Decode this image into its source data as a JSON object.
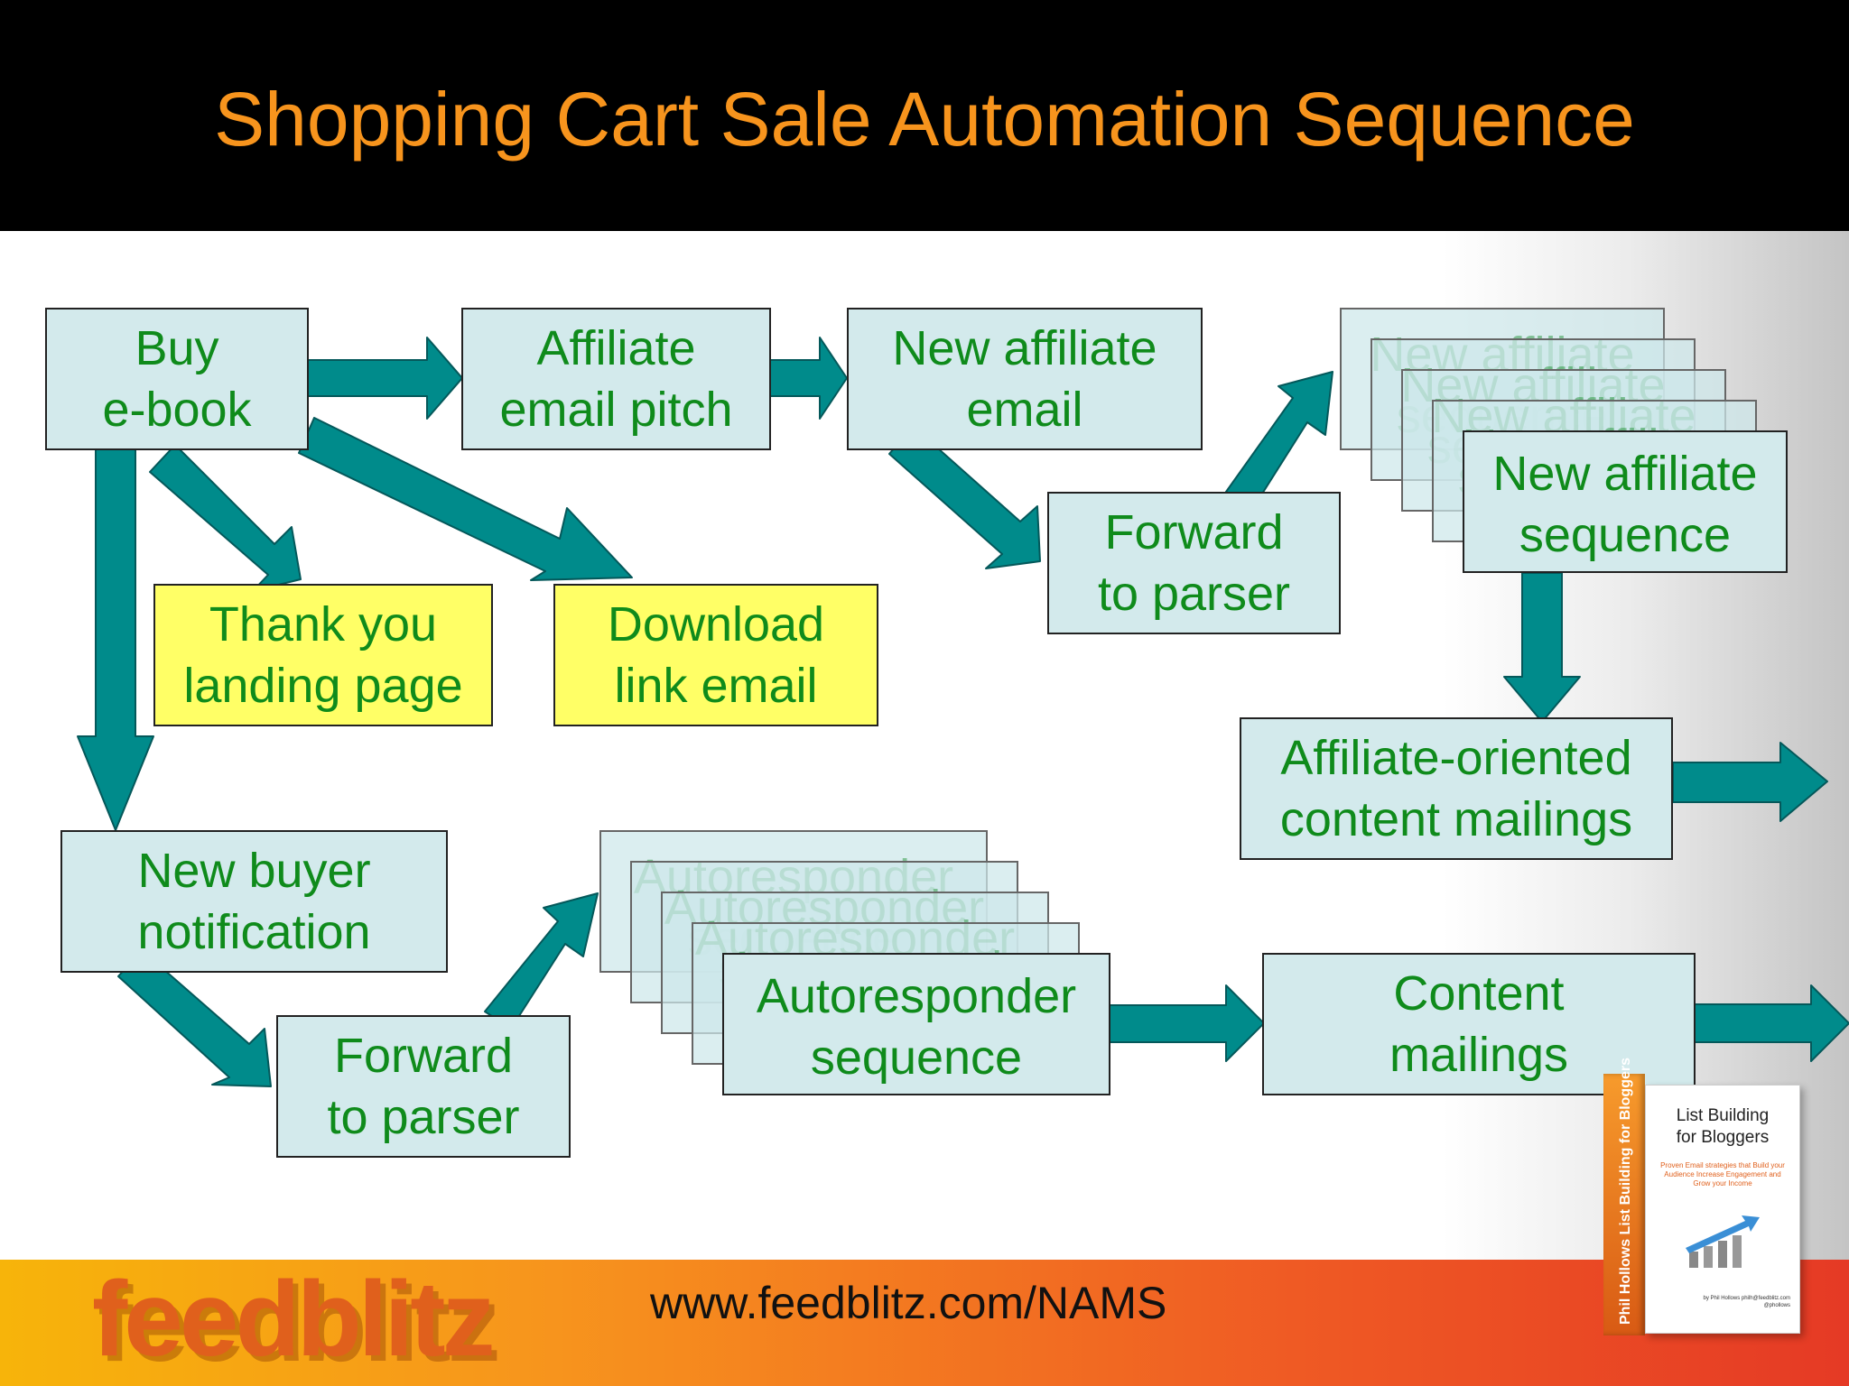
{
  "title": "Shopping Cart Sale Automation Sequence",
  "colors": {
    "header_bg": "#000000",
    "title": "#f7941d",
    "box_bg": "#d3eaec",
    "box_text": "#0f8b1b",
    "highlight_box_bg": "#ffff66",
    "arrow": "#008b8b"
  },
  "nodes": {
    "buy": {
      "line1": "Buy",
      "line2": "e-book"
    },
    "pitch": {
      "line1": "Affiliate",
      "line2": "email pitch"
    },
    "new_aff_email": {
      "line1": "New affiliate",
      "line2": "email"
    },
    "fwd_top": {
      "line1": "Forward",
      "line2": "to parser"
    },
    "aff_seq": {
      "line1": "New affiliate",
      "line2": "sequence"
    },
    "thanks": {
      "line1": "Thank you",
      "line2": "landing page"
    },
    "download": {
      "line1": "Download",
      "line2": "link email"
    },
    "aff_content": {
      "line1": "Affiliate-oriented",
      "line2": "content mailings"
    },
    "buyer_notif": {
      "line1": "New buyer",
      "line2": "notification"
    },
    "fwd_bottom": {
      "line1": "Forward",
      "line2": "to parser"
    },
    "auto_seq": {
      "line1": "Autoresponder",
      "line2": "sequence"
    },
    "content": {
      "line1": "Content",
      "line2": "mailings"
    }
  },
  "footer": {
    "url": "www.feedblitz.com/NAMS",
    "logo": "feedblitz"
  },
  "book": {
    "title_line1": "List Building",
    "title_line2": "for Bloggers",
    "spine": "Phil Hollows   List Building for Bloggers",
    "subtitle": "Proven Email strategies that Build your Audience Increase Engagement and Grow your Income",
    "author": "by Phil Hollows philh@feedblitz.com @phollows"
  }
}
